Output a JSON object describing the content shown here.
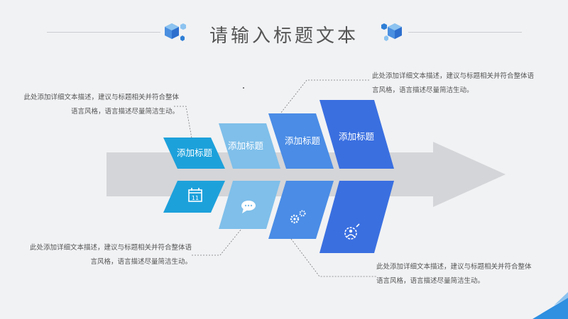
{
  "slide": {
    "title": "请输入标题文本",
    "tabs": [
      {
        "label": "添加标题",
        "color": "#1da1db",
        "icon": "calendar-icon",
        "icon_text": "11"
      },
      {
        "label": "添加标题",
        "color": "#7fbfea",
        "icon": "chat-bubble-icon",
        "icon_text": "•••"
      },
      {
        "label": "添加标题",
        "color": "#4a8ce6",
        "icon": "gears-icon"
      },
      {
        "label": "添加标题",
        "color": "#3a6fe0",
        "icon": "gear-person-icon"
      }
    ],
    "descriptions": {
      "top_left": "此处添加详细文本描述，建议与标题相关并符合整体语言风格，语言描述尽量简洁生动。",
      "top_right": "此处添加详细文本描述，建议与标题相关并符合整体语言风格，语言描述尽量简洁生动。",
      "bottom_left": "此处添加详细文本描述，建议与标题相关并符合整体语言风格，语言描述尽量简洁生动。",
      "bottom_right": "此处添加详细文本描述，建议与标题相关并符合整体语言风格，语言描述尽量简洁生动。"
    },
    "colors": {
      "arrow": "#d4d5d8",
      "accent_blue": "#2f8fe0",
      "text": "#555555"
    }
  }
}
